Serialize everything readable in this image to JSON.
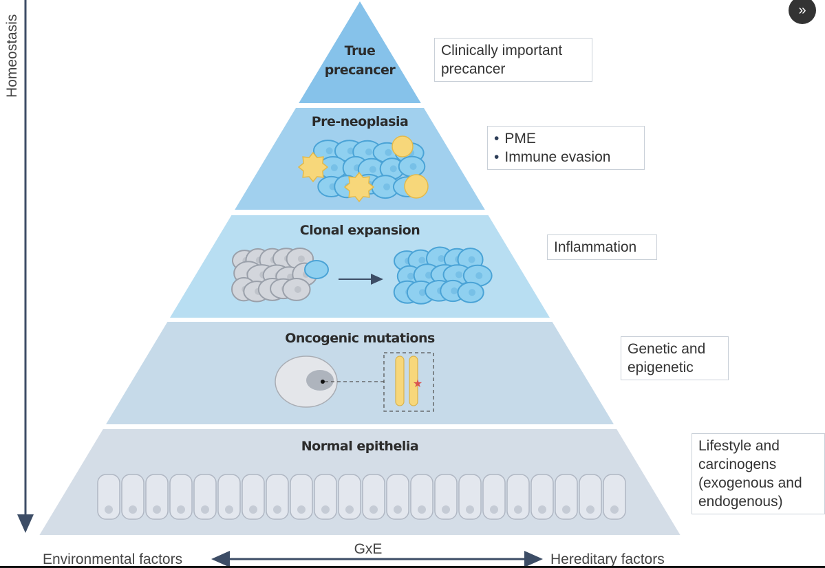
{
  "diagram": {
    "tiers": [
      {
        "title_lines": [
          "True",
          "precancer"
        ],
        "color": "#86c2ea"
      },
      {
        "title_lines": [
          "Pre-neoplasia"
        ],
        "color": "#a1d0ee"
      },
      {
        "title_lines": [
          "Clonal expansion"
        ],
        "color": "#b8def2"
      },
      {
        "title_lines": [
          "Oncogenic mutations"
        ],
        "color": "#c6dae9"
      },
      {
        "title_lines": [
          "Normal epithelia"
        ],
        "color": "#d4dde7"
      }
    ],
    "side_boxes": [
      {
        "lines": [
          "Clinically important",
          "precancer"
        ]
      },
      {
        "bullets": [
          "PME",
          "Immune evasion"
        ]
      },
      {
        "lines": [
          "Inflammation"
        ]
      },
      {
        "lines": [
          "Genetic and",
          "epigenetic"
        ]
      },
      {
        "lines": [
          "Lifestyle and",
          "carcinogens",
          "(exogenous and",
          "endogenous)"
        ]
      }
    ],
    "vertical_axis_label": "Homeostasis",
    "horizontal_axis": {
      "left_label": "Environmental factors",
      "center_label": "GxE",
      "right_label": "Hereditary factors"
    },
    "colors": {
      "axis": "#3d4d66",
      "tumor_cell": "#8fd0f0",
      "normal_cell": "#d3d6dc",
      "immune_cell": "#f7d77a",
      "mutation_star": "#d9534f"
    }
  },
  "ui": {
    "expand_button_icon": "double-chevron-right-icon",
    "expand_button_glyph": "»"
  }
}
